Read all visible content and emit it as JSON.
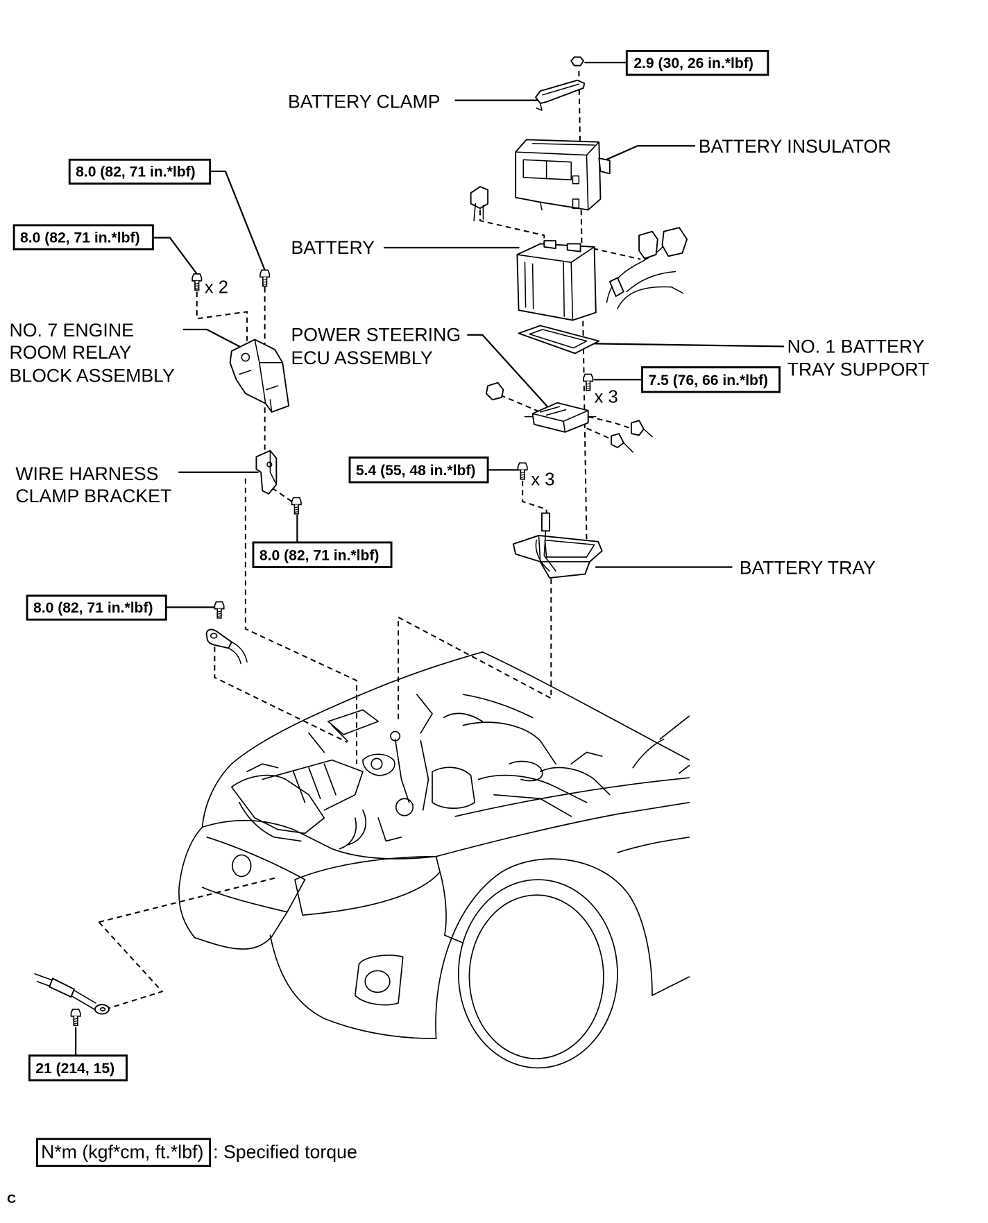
{
  "diagram": {
    "labels": {
      "battery_clamp": "BATTERY CLAMP",
      "battery_insulator": "BATTERY INSULATOR",
      "battery": "BATTERY",
      "relay_block": [
        "NO. 7 ENGINE",
        "ROOM RELAY",
        "BLOCK ASSEMBLY"
      ],
      "ps_ecu": [
        "POWER STEERING",
        "ECU ASSEMBLY"
      ],
      "tray_support": [
        "NO. 1 BATTERY",
        "TRAY SUPPORT"
      ],
      "harness_bracket": [
        "WIRE HARNESS",
        "CLAMP BRACKET"
      ],
      "battery_tray": "BATTERY TRAY"
    },
    "torques": {
      "clamp_nut": "2.9 (30, 26 in.*lbf)",
      "relay_block_bolt": "8.0 (82, 71 in.*lbf)",
      "relay_block_bolts": "8.0 (82, 71 in.*lbf)",
      "tray_support_bolts": "7.5 (76, 66 in.*lbf)",
      "tray_bolts": "5.4 (55, 48 in.*lbf)",
      "bracket_bolt": "8.0 (82, 71 in.*lbf)",
      "terminal_bolt": "8.0 (82, 71 in.*lbf)",
      "ground_bolt": "21 (214, 15)"
    },
    "quantities": {
      "relay_block_bolts": "x 2",
      "tray_support_bolts": "x 3",
      "tray_bolts": "x 3"
    },
    "legend": {
      "unit": "N*m (kgf*cm, ft.*lbf)",
      "meaning": ": Specified torque"
    },
    "corner_mark": "C"
  }
}
